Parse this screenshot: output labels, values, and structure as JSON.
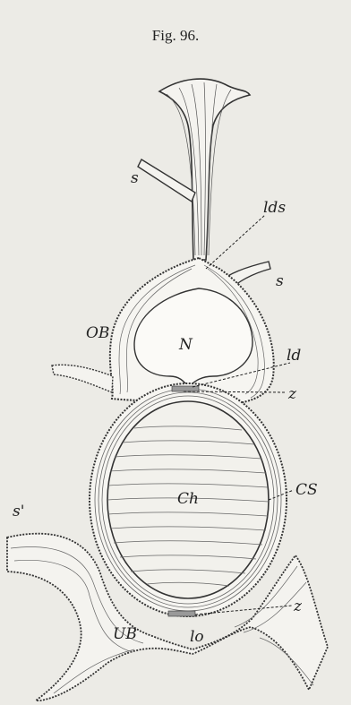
{
  "figure": {
    "caption": "Fig. 96.",
    "labels": {
      "s_top": "s",
      "lds": "lds",
      "s_right": "s",
      "OB": "OB",
      "N": "N",
      "ld": "ld",
      "z_top": "z",
      "CS": "CS",
      "Ch": "Ch",
      "s_prime": "s'",
      "z_bottom": "z",
      "UB": "UB",
      "lo": "lo"
    }
  }
}
